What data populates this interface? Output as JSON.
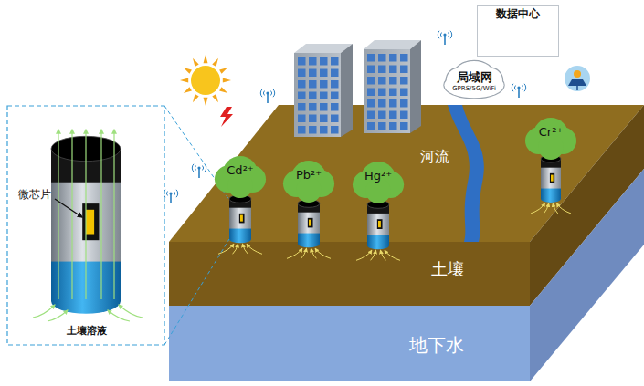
{
  "diagram": {
    "nodes": [
      {
        "text": [
          "数据中心"
        ]
      },
      {
        "text": [
          "局域网",
          "GPRS/5G/WiFi"
        ]
      },
      {
        "text": [
          "Cd²⁺"
        ]
      },
      {
        "text": [
          "Pb²⁺"
        ]
      },
      {
        "text": [
          "Hg²⁺"
        ]
      },
      {
        "text": [
          "Cr²⁺"
        ]
      }
    ],
    "labels": [
      "微芯片",
      "土壤溶液",
      "河流",
      "土壤",
      "地下水"
    ]
  }
}
